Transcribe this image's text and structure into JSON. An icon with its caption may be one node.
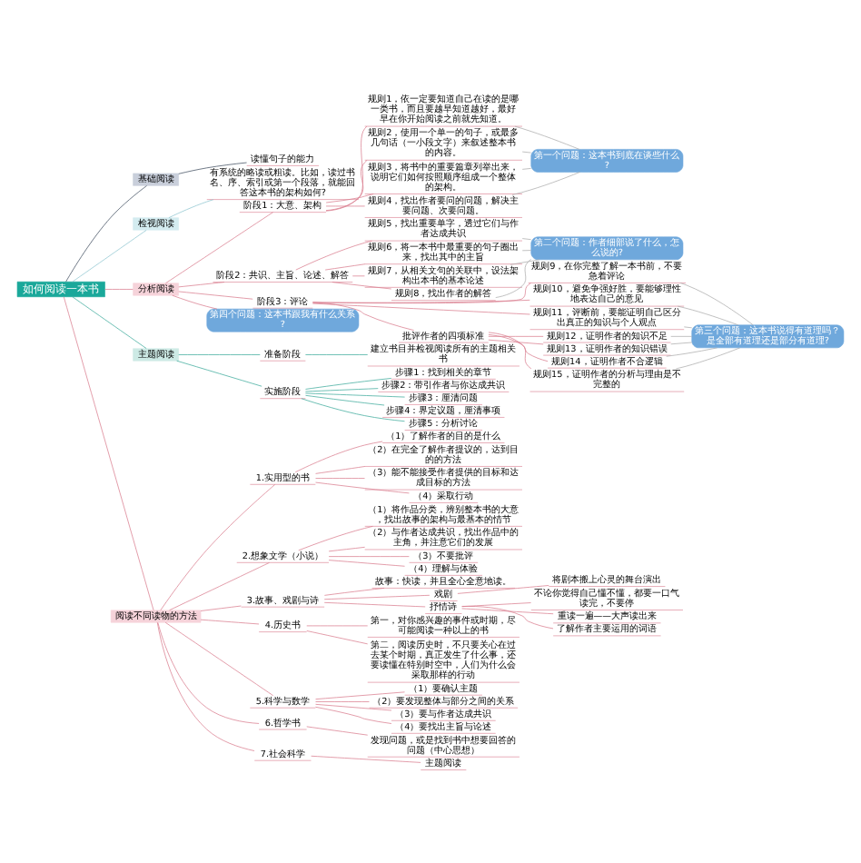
{
  "diagram": {
    "nodes": [
      {
        "text": [
          "如何阅读一本书"
        ]
      },
      {
        "text": [
          "基础阅读"
        ]
      },
      {
        "text": [
          "读懂句子的能力"
        ]
      },
      {
        "text": [
          "检视阅读"
        ]
      },
      {
        "text": [
          "有系统的略读或粗读。比如，读过书名、序、索引或第一个段落，就能回答这本书的架构如何?"
        ]
      },
      {
        "text": [
          "分析阅读"
        ]
      },
      {
        "text": [
          "阶段1：大意、架构"
        ]
      },
      {
        "text": [
          "规则1，依一定要知道自己在读的是哪一类书，而且要越早知道越好，最好早在你开始阅读之前就先知道。"
        ]
      },
      {
        "text": [
          "规则2，使用一个单一的句子，或最多几句话（一小段文字）来叙述整本书的内容。"
        ]
      },
      {
        "text": [
          "规则3，将书中的重要篇章列举出来，说明它们如何按照顺序组成一个整体的架构。"
        ]
      },
      {
        "text": [
          "规则4，找出作者要问的问题，解决主要问题、次要问题。"
        ]
      },
      {
        "text": [
          "第一个问题：这本书到底在谈些什么?"
        ]
      },
      {
        "text": [
          "阶段2：共识、主旨、论述、解答"
        ]
      },
      {
        "text": [
          "规则5，找出重要单字，透过它们与作者达成共识"
        ]
      },
      {
        "text": [
          "规则6，将一本书中最重要的句子圈出来，找出其中的主旨"
        ]
      },
      {
        "text": [
          "规则7，从相关文句的关联中，设法架构出本书的基本论述"
        ]
      },
      {
        "text": [
          "规则8，找出作者的解答"
        ]
      },
      {
        "text": [
          "第二个问题：作者细部说了什么，怎么说的?"
        ]
      },
      {
        "text": [
          "阶段3：评论"
        ]
      },
      {
        "text": [
          "规则9，在你完整了解一本书前，不要急着评论"
        ]
      },
      {
        "text": [
          "规则10，避免争强好胜，要能够理性地表达自己的意见"
        ]
      },
      {
        "text": [
          "规则11，评断前，要能证明自己区分出真正的知识与个人观点"
        ]
      },
      {
        "text": [
          "批评作者的四项标准"
        ]
      },
      {
        "text": [
          "规则12，证明作者的知识不足"
        ]
      },
      {
        "text": [
          "规则13，证明作者的知识错误"
        ]
      },
      {
        "text": [
          "规则14，证明作者不合逻辑"
        ]
      },
      {
        "text": [
          "规则15，证明作者的分析与理由是不完整的"
        ]
      },
      {
        "text": [
          "第三个问题：这本书说得有道理吗？是全部有道理还是部分有道理?"
        ]
      },
      {
        "text": [
          "第四个问题：这本书跟我有什么关系?"
        ]
      },
      {
        "text": [
          "主题阅读"
        ]
      },
      {
        "text": [
          "准备阶段"
        ]
      },
      {
        "text": [
          "建立书目并检视阅读所有的主题相关书"
        ]
      },
      {
        "text": [
          "实施阶段"
        ]
      },
      {
        "text": [
          "步骤1：找到相关的章节"
        ]
      },
      {
        "text": [
          "步骤2：带引作者与你达成共识"
        ]
      },
      {
        "text": [
          "步骤3：厘清问题"
        ]
      },
      {
        "text": [
          "步骤4：界定议题，厘清事项"
        ]
      },
      {
        "text": [
          "步骤5：分析讨论"
        ]
      },
      {
        "text": [
          "阅读不同读物的方法"
        ]
      },
      {
        "text": [
          "1.实用型的书"
        ]
      },
      {
        "text": [
          "（1）了解作者的目的是什么"
        ]
      },
      {
        "text": [
          "（2）在完全了解作者提议的，达到目的的方法"
        ]
      },
      {
        "text": [
          "（3）能不能接受作者提供的目标和达成目标的方法"
        ]
      },
      {
        "text": [
          "（4）采取行动"
        ]
      },
      {
        "text": [
          "2.想象文学（小说）"
        ]
      },
      {
        "text": [
          "（1）将作品分类，辨别整本书的大意，找出故事的架构与最基本的情节"
        ]
      },
      {
        "text": [
          "（2）与作者达成共识，找出作品中的主角，并注意它们的发展"
        ]
      },
      {
        "text": [
          "（3）不要批评"
        ]
      },
      {
        "text": [
          "（4）理解与体验"
        ]
      },
      {
        "text": [
          "3.故事、戏剧与诗"
        ]
      },
      {
        "text": [
          "故事：快读，并且全心全意地读。"
        ]
      },
      {
        "text": [
          "戏剧"
        ]
      },
      {
        "text": [
          "将剧本搬上心灵的舞台演出"
        ]
      },
      {
        "text": [
          "抒情诗"
        ]
      },
      {
        "text": [
          "不论你觉得自己懂不懂，都要一口气读完，不要停"
        ]
      },
      {
        "text": [
          "重读一遍——大声读出来"
        ]
      },
      {
        "text": [
          "了解作者主要运用的词语"
        ]
      },
      {
        "text": [
          "4.历史书"
        ]
      },
      {
        "text": [
          "第一，对你感兴趣的事件或时期，尽可能阅读一种以上的书"
        ]
      },
      {
        "text": [
          "第二，阅读历史时，不只要关心在过去某个时期，真正发生了什么事，还要读懂在特别时空中，人们为什么会采取那样的行动"
        ]
      },
      {
        "text": [
          "5.科学与数学"
        ]
      },
      {
        "text": [
          "（1）要确认主题"
        ]
      },
      {
        "text": [
          "（2）要发现整体与部分之间的关系"
        ]
      },
      {
        "text": [
          "（3）要与作者达成共识"
        ]
      },
      {
        "text": [
          "（4）要找出主旨与论述"
        ]
      },
      {
        "text": [
          "6.哲学书"
        ]
      },
      {
        "text": [
          "发现问题，或是找到书中想要回答的问题（中心思想）"
        ]
      },
      {
        "text": [
          "7.社会科学"
        ]
      },
      {
        "text": [
          "主题阅读"
        ]
      }
    ],
    "edges": [
      {
        "from": 0,
        "to": 1,
        "arrow": "none",
        "color": "#3d4a5c"
      },
      {
        "from": 1,
        "to": 2,
        "arrow": "none",
        "color": "#3d4a5c"
      },
      {
        "from": 0,
        "to": 3,
        "arrow": "none",
        "color": "#8cc4cf"
      },
      {
        "from": 3,
        "to": 4,
        "arrow": "none",
        "color": "#8cc4cf"
      },
      {
        "from": 0,
        "to": 5,
        "arrow": "none"
      },
      {
        "from": 5,
        "to": 6,
        "arrow": "none"
      },
      {
        "from": 6,
        "to": 7,
        "arrow": "none"
      },
      {
        "from": 6,
        "to": 8,
        "arrow": "none"
      },
      {
        "from": 6,
        "to": 9,
        "arrow": "none"
      },
      {
        "from": 6,
        "to": 10,
        "arrow": "none"
      },
      {
        "from": 7,
        "to": 11,
        "arrow": "none",
        "color": "#aaaaaa"
      },
      {
        "from": 8,
        "to": 11,
        "arrow": "none",
        "color": "#aaaaaa"
      },
      {
        "from": 9,
        "to": 11,
        "arrow": "none",
        "color": "#aaaaaa"
      },
      {
        "from": 10,
        "to": 11,
        "arrow": "none",
        "color": "#aaaaaa"
      },
      {
        "from": 5,
        "to": 12,
        "arrow": "none"
      },
      {
        "from": 12,
        "to": 13,
        "arrow": "none"
      },
      {
        "from": 12,
        "to": 14,
        "arrow": "none"
      },
      {
        "from": 12,
        "to": 15,
        "arrow": "none"
      },
      {
        "from": 12,
        "to": 16,
        "arrow": "none"
      },
      {
        "from": 13,
        "to": 17,
        "arrow": "none",
        "color": "#aaaaaa"
      },
      {
        "from": 14,
        "to": 17,
        "arrow": "none",
        "color": "#aaaaaa"
      },
      {
        "from": 15,
        "to": 17,
        "arrow": "none",
        "color": "#aaaaaa"
      },
      {
        "from": 16,
        "to": 17,
        "arrow": "none",
        "color": "#aaaaaa"
      },
      {
        "from": 5,
        "to": 18,
        "arrow": "none"
      },
      {
        "from": 18,
        "to": 19,
        "arrow": "none"
      },
      {
        "from": 18,
        "to": 20,
        "arrow": "none"
      },
      {
        "from": 18,
        "to": 21,
        "arrow": "none"
      },
      {
        "from": 18,
        "to": 22,
        "arrow": "none"
      },
      {
        "from": 22,
        "to": 23,
        "arrow": "none"
      },
      {
        "from": 22,
        "to": 24,
        "arrow": "none"
      },
      {
        "from": 22,
        "to": 25,
        "arrow": "none"
      },
      {
        "from": 22,
        "to": 26,
        "arrow": "none"
      },
      {
        "from": 19,
        "to": 27,
        "arrow": "none",
        "color": "#aaaaaa"
      },
      {
        "from": 20,
        "to": 27,
        "arrow": "none",
        "color": "#aaaaaa"
      },
      {
        "from": 21,
        "to": 27,
        "arrow": "none",
        "color": "#aaaaaa"
      },
      {
        "from": 23,
        "to": 27,
        "arrow": "none",
        "color": "#aaaaaa"
      },
      {
        "from": 24,
        "to": 27,
        "arrow": "none",
        "color": "#aaaaaa"
      },
      {
        "from": 25,
        "to": 27,
        "arrow": "none",
        "color": "#aaaaaa"
      },
      {
        "from": 26,
        "to": 27,
        "arrow": "none",
        "color": "#aaaaaa"
      },
      {
        "from": 5,
        "to": 28,
        "arrow": "none"
      },
      {
        "from": 0,
        "to": 29,
        "arrow": "none",
        "color": "#3aa89a"
      },
      {
        "from": 29,
        "to": 30,
        "arrow": "none",
        "color": "#3aa89a"
      },
      {
        "from": 30,
        "to": 31,
        "arrow": "none",
        "color": "#3aa89a"
      },
      {
        "from": 29,
        "to": 32,
        "arrow": "none",
        "color": "#3aa89a"
      },
      {
        "from": 32,
        "to": 33,
        "arrow": "none",
        "color": "#3aa89a"
      },
      {
        "from": 32,
        "to": 34,
        "arrow": "none",
        "color": "#3aa89a"
      },
      {
        "from": 32,
        "to": 35,
        "arrow": "none",
        "color": "#3aa89a"
      },
      {
        "from": 32,
        "to": 36,
        "arrow": "none",
        "color": "#3aa89a"
      },
      {
        "from": 32,
        "to": 37,
        "arrow": "none",
        "color": "#3aa89a"
      },
      {
        "from": 0,
        "to": 38,
        "arrow": "none"
      },
      {
        "from": 38,
        "to": 39,
        "arrow": "none"
      },
      {
        "from": 39,
        "to": 40,
        "arrow": "none"
      },
      {
        "from": 39,
        "to": 41,
        "arrow": "none"
      },
      {
        "from": 39,
        "to": 42,
        "arrow": "none"
      },
      {
        "from": 39,
        "to": 43,
        "arrow": "none"
      },
      {
        "from": 38,
        "to": 44,
        "arrow": "none"
      },
      {
        "from": 44,
        "to": 45,
        "arrow": "none"
      },
      {
        "from": 44,
        "to": 46,
        "arrow": "none"
      },
      {
        "from": 44,
        "to": 47,
        "arrow": "none"
      },
      {
        "from": 44,
        "to": 48,
        "arrow": "none"
      },
      {
        "from": 38,
        "to": 49,
        "arrow": "none"
      },
      {
        "from": 49,
        "to": 50,
        "arrow": "none"
      },
      {
        "from": 49,
        "to": 51,
        "arrow": "none"
      },
      {
        "from": 51,
        "to": 52,
        "arrow": "none"
      },
      {
        "from": 49,
        "to": 53,
        "arrow": "none"
      },
      {
        "from": 53,
        "to": 54,
        "arrow": "none"
      },
      {
        "from": 53,
        "to": 55,
        "arrow": "none"
      },
      {
        "from": 53,
        "to": 56,
        "arrow": "none"
      },
      {
        "from": 38,
        "to": 57,
        "arrow": "none"
      },
      {
        "from": 57,
        "to": 58,
        "arrow": "none"
      },
      {
        "from": 57,
        "to": 59,
        "arrow": "none"
      },
      {
        "from": 38,
        "to": 60,
        "arrow": "none"
      },
      {
        "from": 60,
        "to": 61,
        "arrow": "none"
      },
      {
        "from": 60,
        "to": 62,
        "arrow": "none"
      },
      {
        "from": 60,
        "to": 63,
        "arrow": "none"
      },
      {
        "from": 60,
        "to": 64,
        "arrow": "none"
      },
      {
        "from": 38,
        "to": 65,
        "arrow": "none"
      },
      {
        "from": 65,
        "to": 66,
        "arrow": "none"
      },
      {
        "from": 38,
        "to": 67,
        "arrow": "none"
      },
      {
        "from": 67,
        "to": 68,
        "arrow": "none"
      }
    ]
  }
}
